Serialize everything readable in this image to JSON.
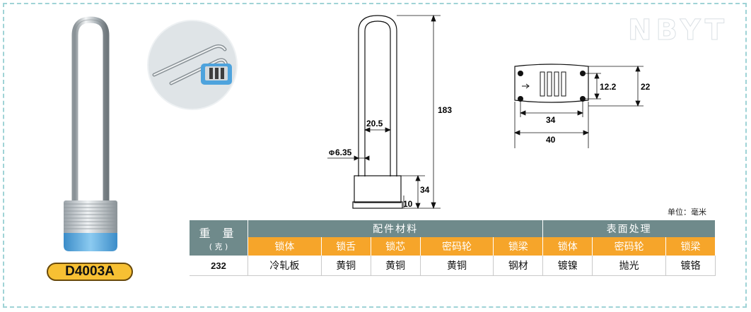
{
  "watermark": "NBYT",
  "model": "D4003A",
  "unit_note": "单位：毫米",
  "front_view": {
    "height": "183",
    "shackle_inner_width": "20.5",
    "shackle_diameter": "6.35",
    "diameter_symbol": "Φ",
    "body_height": "34",
    "bottom_height": "10"
  },
  "top_view": {
    "hole_spacing_v": "12.2",
    "body_depth": "22",
    "hole_spacing_h": "34",
    "body_width": "40"
  },
  "table": {
    "weight_label": "重 量",
    "weight_unit": "( 克 )",
    "group_parts": "配件材料",
    "group_surface": "表面处理",
    "headers": [
      "锁体",
      "锁舌",
      "锁芯",
      "密码轮",
      "锁梁",
      "锁体",
      "密码轮",
      "锁梁"
    ],
    "weight_value": "232",
    "values": [
      "冷轧板",
      "黄铜",
      "黄铜",
      "黄铜",
      "钢材",
      "镀镍",
      "抛光",
      "镀铬"
    ]
  },
  "colors": {
    "header_teal": "#6f8a8b",
    "header_orange": "#f6a52a",
    "badge_yellow": "#f7c033",
    "lock_blue": "#4ea3dd",
    "frame_dash": "#9fd3d6"
  }
}
